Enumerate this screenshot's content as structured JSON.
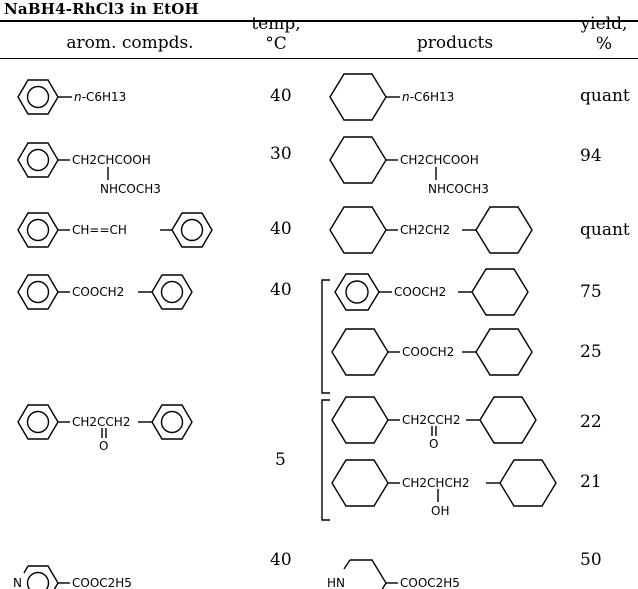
{
  "caption": "NaBH4-RhCl3 in EtOH",
  "headers": {
    "arom_compds": "arom. compds.",
    "temp_line1": "temp,",
    "temp_line2": "°C",
    "products": "products",
    "yield_line1": "yield,",
    "yield_line2": "%"
  },
  "rows": [
    {
      "temp": "40",
      "reactant": {
        "prefix": "n-",
        "main": "C6H13"
      },
      "products": [
        {
          "prefix": "n-",
          "main": "C6H13",
          "yield": "quant"
        }
      ]
    },
    {
      "temp": "30",
      "reactant": {
        "chain": "CH2CHCOOH",
        "sub": "NHCOCH3"
      },
      "products": [
        {
          "chain": "CH2CHCOOH",
          "sub": "NHCOCH3",
          "yield": "94"
        }
      ]
    },
    {
      "temp": "40",
      "reactant": {
        "chain": "CH==CH"
      },
      "products": [
        {
          "chain": "CH2CH2",
          "yield": "quant"
        }
      ]
    },
    {
      "temp": "40",
      "reactant": {
        "chain": "COOCH2"
      },
      "products": [
        {
          "chain": "COOCH2",
          "yield": "75"
        },
        {
          "chain": "COOCH2",
          "yield": "25"
        }
      ]
    },
    {
      "temp": "5",
      "reactant": {
        "chain": "CH2CCH2",
        "sub": "O"
      },
      "products": [
        {
          "chain": "CH2CCH2",
          "sub": "O",
          "yield": "22"
        },
        {
          "chain": "CH2CHCH2",
          "sub": "OH",
          "yield": "21"
        }
      ]
    },
    {
      "temp": "40",
      "reactant": {
        "atom": "N",
        "chain": "COOC2H5"
      },
      "products": [
        {
          "atom": "HN",
          "chain": "COOC2H5",
          "yield": "50"
        }
      ]
    }
  ]
}
